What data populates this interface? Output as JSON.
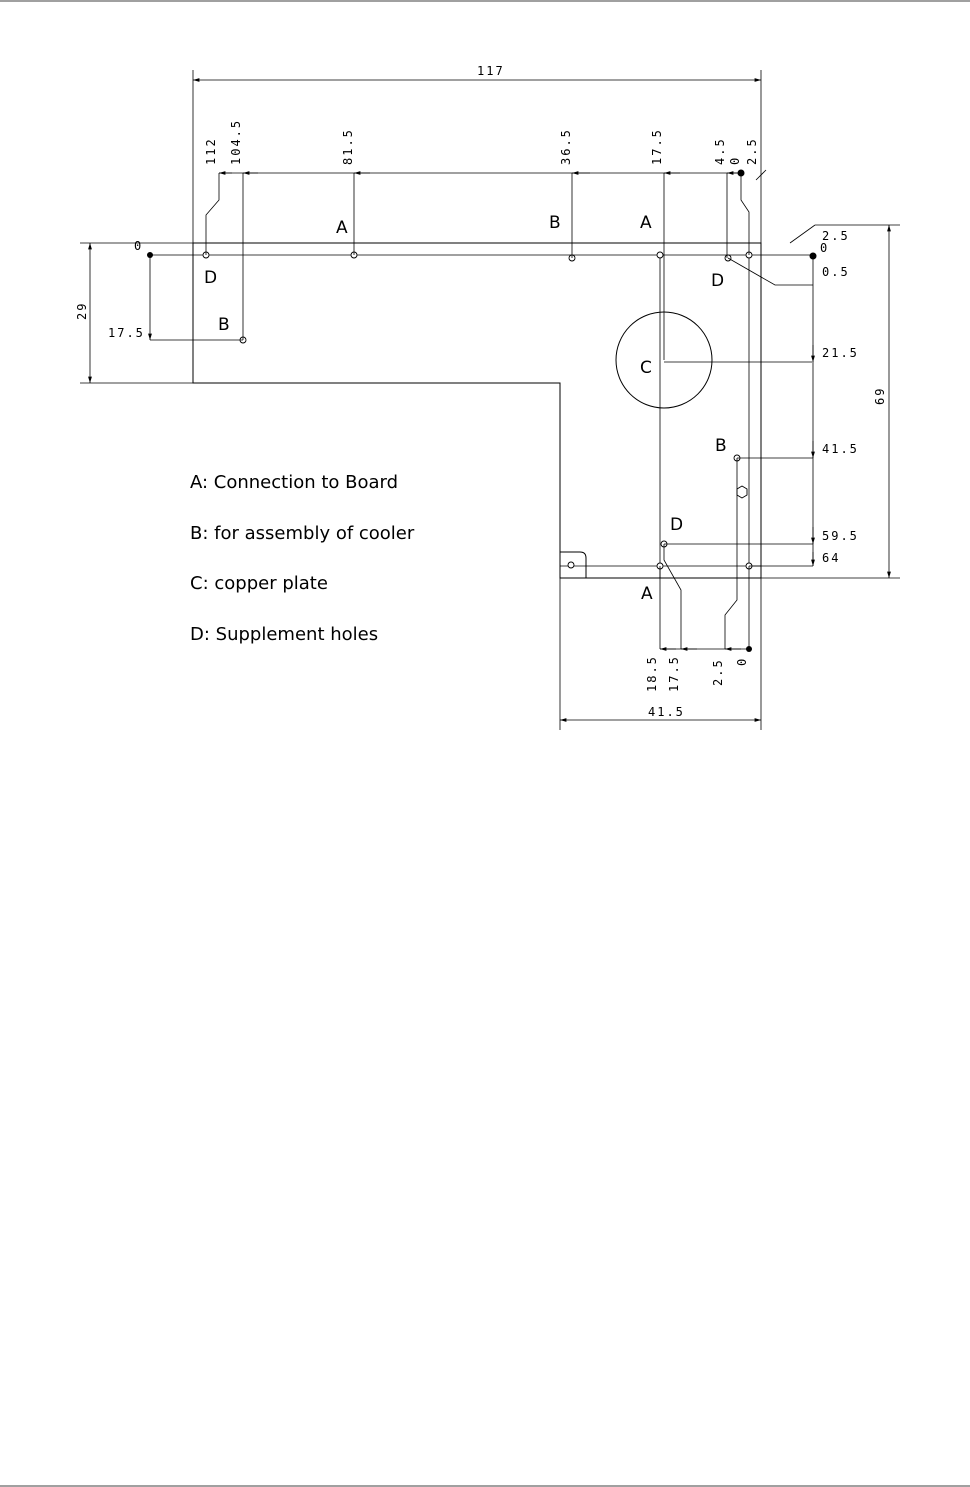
{
  "diagram": {
    "dims": {
      "overall_width": "117",
      "x_112": "112",
      "x_104_5": "104.5",
      "x_81_5": "81.5",
      "x_36_5": "36.5",
      "x_17_5": "17.5",
      "x_4_5": "4.5",
      "x_0": "0",
      "x_2_5": "2.5",
      "left_0": "0",
      "left_17_5": "17.5",
      "left_29": "29",
      "r_2_5": "2.5",
      "r_0": "0",
      "r_0_5": "0.5",
      "r_21_5": "21.5",
      "r_41_5": "41.5",
      "r_59_5": "59.5",
      "r_64": "64",
      "r_69": "69",
      "b_18_5": "18.5",
      "b_17_5": "17.5",
      "b_2_5": "2.5",
      "b_0": "0",
      "bottom_width": "41.5"
    },
    "tags": {
      "a_top_left": "A",
      "b_top_mid": "B",
      "a_top_right": "A",
      "d_left": "D",
      "b_left": "B",
      "d_right": "D",
      "c_plate": "C",
      "b_right": "B",
      "d_bottom": "D",
      "a_bottom": "A"
    },
    "legend": [
      {
        "key": "A",
        "text": ": Connection to Board"
      },
      {
        "key": "B",
        "text": ": for assembly of cooler"
      },
      {
        "key": "C",
        "text": ": copper plate"
      },
      {
        "key": "D",
        "text": ": Supplement holes"
      }
    ]
  }
}
